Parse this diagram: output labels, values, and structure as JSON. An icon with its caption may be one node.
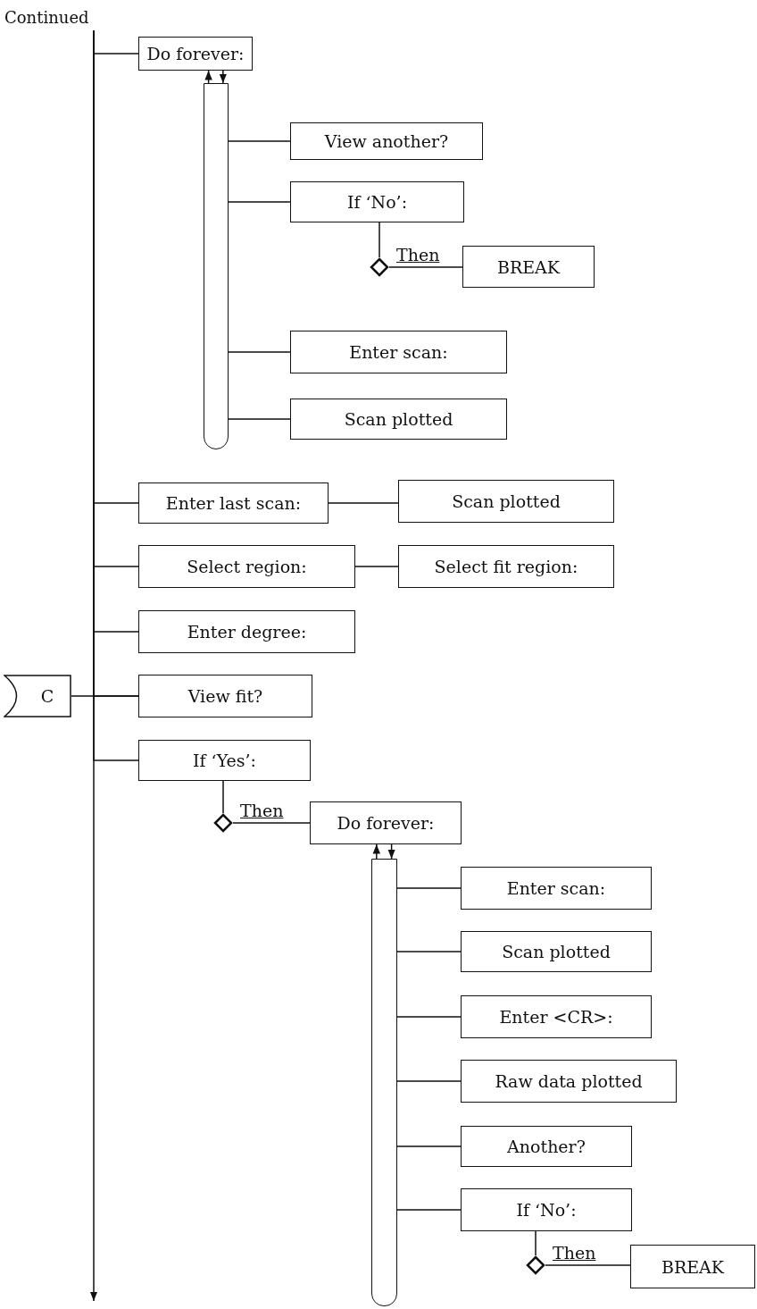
{
  "diagram": {
    "nodes": [
      {
        "text": [
          "Continued"
        ]
      },
      {
        "text": [
          "Do forever:"
        ]
      },
      {
        "text": [],
        "shape": "bar"
      },
      {
        "text": [
          "View another?"
        ]
      },
      {
        "text": [
          "If ‘No’:"
        ]
      },
      {
        "text": [],
        "shape": "diamond"
      },
      {
        "text": [
          "BREAK"
        ]
      },
      {
        "text": [
          "Enter scan:"
        ]
      },
      {
        "text": [
          "Scan plotted"
        ]
      },
      {
        "text": [
          "Enter last scan:"
        ]
      },
      {
        "text": [
          "Scan plotted"
        ]
      },
      {
        "text": [
          "Select region:"
        ]
      },
      {
        "text": [
          "Select fit region:"
        ]
      },
      {
        "text": [
          "Enter degree:"
        ]
      },
      {
        "text": [
          "C"
        ]
      },
      {
        "text": [
          "View fit?"
        ]
      },
      {
        "text": [
          "If ‘Yes’:"
        ]
      },
      {
        "text": [],
        "shape": "diamond"
      },
      {
        "text": [
          "Do forever:"
        ]
      },
      {
        "text": [],
        "shape": "bar"
      },
      {
        "text": [
          "Enter scan:"
        ]
      },
      {
        "text": [
          "Scan plotted"
        ]
      },
      {
        "text": [
          "Enter <CR>:"
        ]
      },
      {
        "text": [
          "Raw data plotted"
        ]
      },
      {
        "text": [
          "Another?"
        ]
      },
      {
        "text": [
          "If ‘No’:"
        ]
      },
      {
        "text": [],
        "shape": "diamond"
      },
      {
        "text": [
          "BREAK"
        ]
      }
    ],
    "edges": [
      {
        "from": 0,
        "to": null,
        "arrow": "to"
      },
      {
        "from": 0,
        "to": 1,
        "arrow": "none"
      },
      {
        "from": 1,
        "to": 2,
        "arrow": "to"
      },
      {
        "from": 2,
        "to": 1,
        "arrow": "to"
      },
      {
        "from": 2,
        "to": 3,
        "arrow": "none"
      },
      {
        "from": 2,
        "to": 4,
        "arrow": "none"
      },
      {
        "from": 4,
        "to": 5,
        "arrow": "none"
      },
      {
        "from": 5,
        "to": 6,
        "label": "Then",
        "arrow": "none"
      },
      {
        "from": 2,
        "to": 7,
        "arrow": "none"
      },
      {
        "from": 2,
        "to": 8,
        "arrow": "none"
      },
      {
        "from": 0,
        "to": 9,
        "arrow": "none"
      },
      {
        "from": 9,
        "to": 10,
        "arrow": "none"
      },
      {
        "from": 0,
        "to": 11,
        "arrow": "none"
      },
      {
        "from": 11,
        "to": 12,
        "arrow": "none"
      },
      {
        "from": 0,
        "to": 13,
        "arrow": "none"
      },
      {
        "from": 14,
        "to": 15,
        "arrow": "none"
      },
      {
        "from": 0,
        "to": 15,
        "arrow": "none"
      },
      {
        "from": 0,
        "to": 16,
        "arrow": "none"
      },
      {
        "from": 16,
        "to": 17,
        "arrow": "none"
      },
      {
        "from": 17,
        "to": 18,
        "label": "Then",
        "arrow": "none"
      },
      {
        "from": 18,
        "to": 19,
        "arrow": "to"
      },
      {
        "from": 19,
        "to": 18,
        "arrow": "to"
      },
      {
        "from": 19,
        "to": 20,
        "arrow": "none"
      },
      {
        "from": 19,
        "to": 21,
        "arrow": "none"
      },
      {
        "from": 19,
        "to": 22,
        "arrow": "none"
      },
      {
        "from": 19,
        "to": 23,
        "arrow": "none"
      },
      {
        "from": 19,
        "to": 24,
        "arrow": "none"
      },
      {
        "from": 19,
        "to": 25,
        "arrow": "none"
      },
      {
        "from": 25,
        "to": 26,
        "arrow": "none"
      },
      {
        "from": 26,
        "to": 27,
        "label": "Then",
        "arrow": "none"
      }
    ]
  }
}
